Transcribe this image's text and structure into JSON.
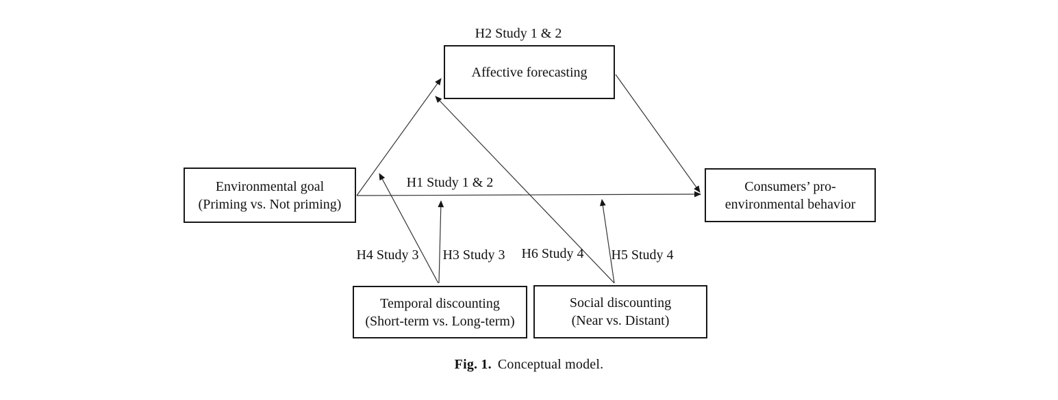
{
  "nodes": {
    "affective_forecasting": {
      "lines": [
        "Affective forecasting"
      ]
    },
    "environmental_goal": {
      "lines": [
        "Environmental goal",
        "(Priming vs. Not priming)"
      ]
    },
    "consumer_behavior": {
      "lines": [
        "Consumers’ pro-",
        "environmental behavior"
      ]
    },
    "temporal_discounting": {
      "lines": [
        "Temporal discounting",
        "(Short-term vs. Long-term)"
      ]
    },
    "social_discounting": {
      "lines": [
        "Social discounting",
        "(Near vs. Distant)"
      ]
    }
  },
  "edge_labels": {
    "h1": "H1 Study 1 & 2",
    "h2": "H2 Study 1 & 2",
    "h3": "H3 Study 3",
    "h4": "H4 Study 3",
    "h5": "H5 Study 4",
    "h6": "H6 Study 4"
  },
  "edges": [
    {
      "label": "H2 Study 1 & 2",
      "from": "environmental_goal",
      "to": "affective_forecasting"
    },
    {
      "label": "",
      "from": "affective_forecasting",
      "to": "consumer_behavior"
    },
    {
      "label": "H1 Study 1 & 2",
      "from": "environmental_goal",
      "to": "consumer_behavior"
    },
    {
      "label": "H4 Study 3",
      "from": "temporal_discounting",
      "points_at": "path environmental_goal → affective_forecasting"
    },
    {
      "label": "H3 Study 3",
      "from": "temporal_discounting",
      "points_at": "path environmental_goal → consumer_behavior"
    },
    {
      "label": "H6 Study 4",
      "from": "social_discounting",
      "points_at": "path environmental_goal → affective_forecasting"
    },
    {
      "label": "H5 Study 4",
      "from": "social_discounting",
      "points_at": "path environmental_goal → consumer_behavior"
    }
  ],
  "caption": {
    "label": "Fig. 1.",
    "text": "Conceptual model."
  },
  "colors": {
    "line": "#333333",
    "arrowhead": "#161616",
    "text": "#111111",
    "background": "#ffffff"
  }
}
